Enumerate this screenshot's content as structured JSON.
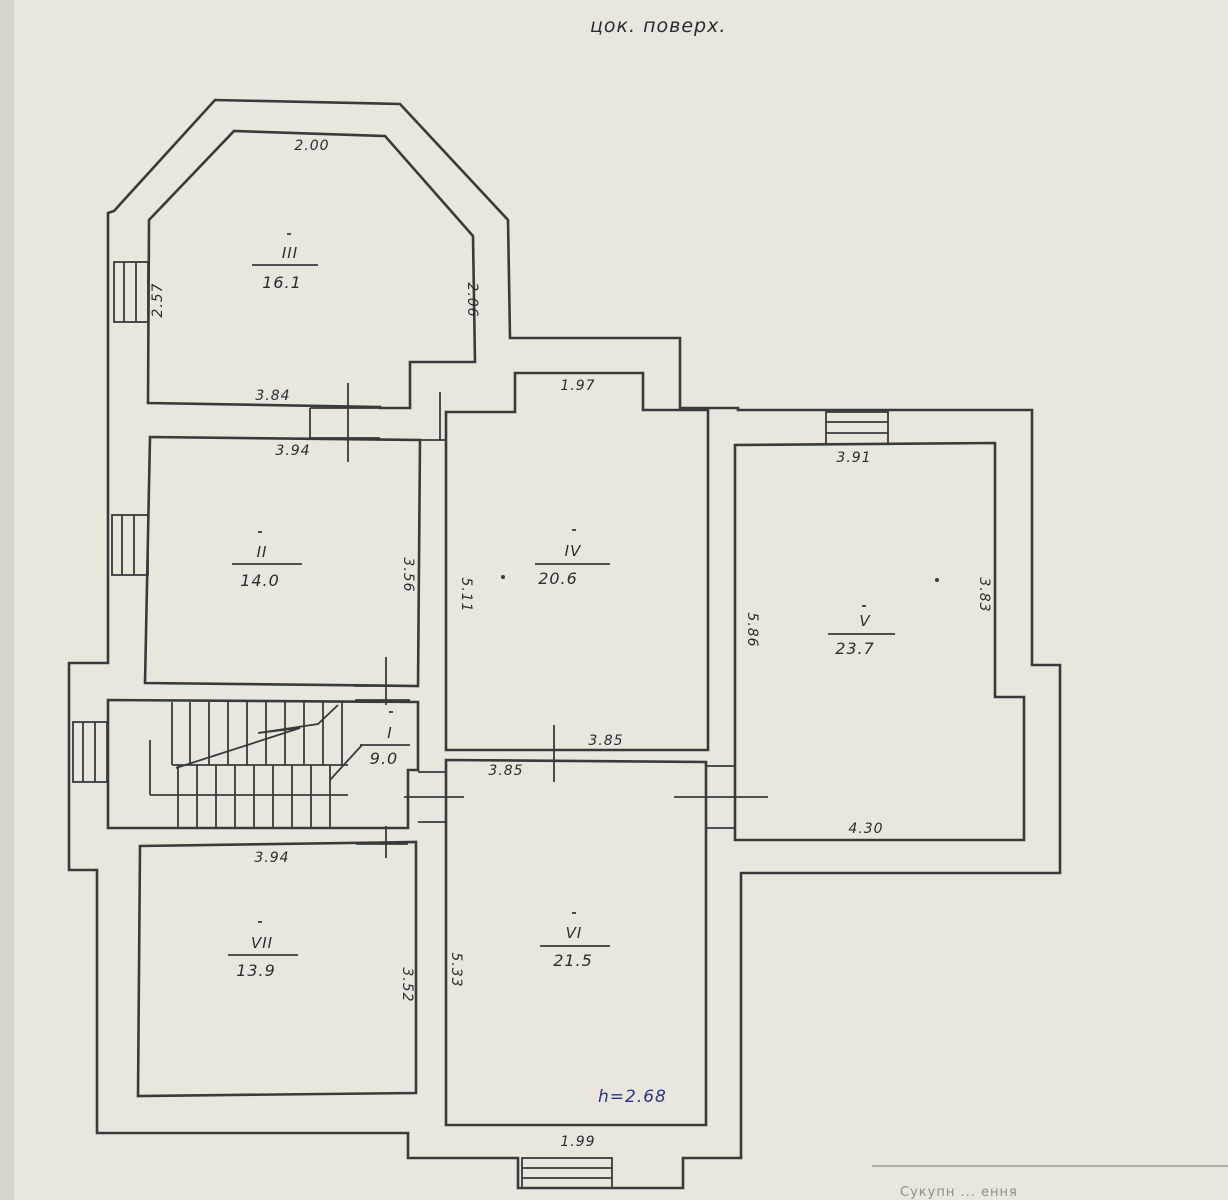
{
  "title": "цок. поверх.",
  "rooms": [
    {
      "id": "I",
      "number": "I",
      "area": "9.0"
    },
    {
      "id": "II",
      "number": "II",
      "area": "14.0"
    },
    {
      "id": "III",
      "number": "III",
      "area": "16.1"
    },
    {
      "id": "IV",
      "number": "IV",
      "area": "20.6"
    },
    {
      "id": "V",
      "number": "V",
      "area": "23.7"
    },
    {
      "id": "VI",
      "number": "VI",
      "area": "21.5"
    },
    {
      "id": "VII",
      "number": "VII",
      "area": "13.9"
    }
  ],
  "dimensions": {
    "iii_top": "2.00",
    "iii_left": "2.57",
    "iii_right": "2.06",
    "iii_bottom": "3.84",
    "ii_top": "3.94",
    "ii_right": "3.56",
    "iv_top": "1.97",
    "iv_left": "5.11",
    "iv_bottom": "3.85",
    "v_top": "3.91",
    "v_left": "5.86",
    "v_right": "3.83",
    "v_bottom": "4.30",
    "vi_top": "3.85",
    "vi_left": "5.33",
    "vi_bottom": "1.99",
    "vii_top": "3.94",
    "vii_right": "3.52"
  },
  "height_note": "h=2.68",
  "corner_text": "Сукупн ... ення"
}
